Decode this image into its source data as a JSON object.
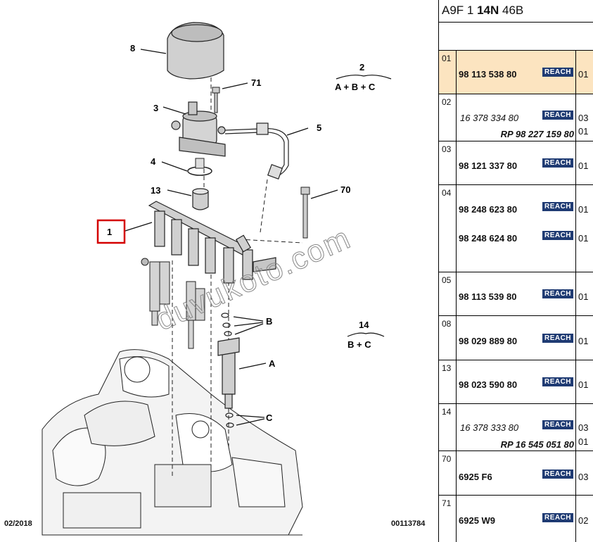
{
  "diagram": {
    "callouts": [
      "8",
      "71",
      "3",
      "2",
      "5",
      "4",
      "13",
      "70",
      "1",
      "14",
      "B",
      "A",
      "C"
    ],
    "groups": {
      "g2": {
        "number": "2",
        "formula": "A + B + C"
      },
      "g14": {
        "number": "14",
        "formula": "B + C"
      }
    },
    "watermark": "duvukoto.com",
    "date": "02/2018",
    "drawing_number": "00113784",
    "highlight_color": "#d40000"
  },
  "panel": {
    "header": {
      "part1": "A9F 1 ",
      "part2": "14N",
      "part3": " 46B"
    },
    "rows": [
      {
        "pos": "01",
        "lines": [
          {
            "pn": "98 113 538 80",
            "qty": "01",
            "reach": "REACH"
          }
        ],
        "selected": true
      },
      {
        "pos": "02",
        "lines": [
          {
            "pn": "16 378 334 80",
            "qty": "03",
            "reach": "REACH",
            "italic": true
          },
          {
            "rp": "RP 98 227 159 80",
            "qty": "01"
          }
        ]
      },
      {
        "pos": "03",
        "lines": [
          {
            "pn": "98 121 337 80",
            "qty": "01",
            "reach": "REACH"
          }
        ]
      },
      {
        "pos": "04",
        "lines": [
          {
            "pn": "98 248 623 80",
            "qty": "01",
            "reach": "REACH"
          },
          {
            "pn": "98 248 624 80",
            "qty": "01",
            "reach": "REACH"
          }
        ]
      },
      {
        "pos": "05",
        "lines": [
          {
            "pn": "98 113 539 80",
            "qty": "01",
            "reach": "REACH"
          }
        ]
      },
      {
        "pos": "08",
        "lines": [
          {
            "pn": "98 029 889 80",
            "qty": "01",
            "reach": "REACH"
          }
        ]
      },
      {
        "pos": "13",
        "lines": [
          {
            "pn": "98 023 590 80",
            "qty": "01",
            "reach": "REACH"
          }
        ]
      },
      {
        "pos": "14",
        "lines": [
          {
            "pn": "16 378 333 80",
            "qty": "03",
            "reach": "REACH",
            "italic": true
          },
          {
            "rp": "RP 16 545 051 80",
            "qty": "01"
          }
        ]
      },
      {
        "pos": "70",
        "lines": [
          {
            "pn": "6925 F6",
            "qty": "03",
            "reach": "REACH"
          }
        ]
      },
      {
        "pos": "71",
        "lines": [
          {
            "pn": "6925 W9",
            "qty": "02",
            "reach": "REACH"
          }
        ]
      }
    ],
    "selected_color": "#fce4c0",
    "reach_color": "#1f3b73"
  }
}
